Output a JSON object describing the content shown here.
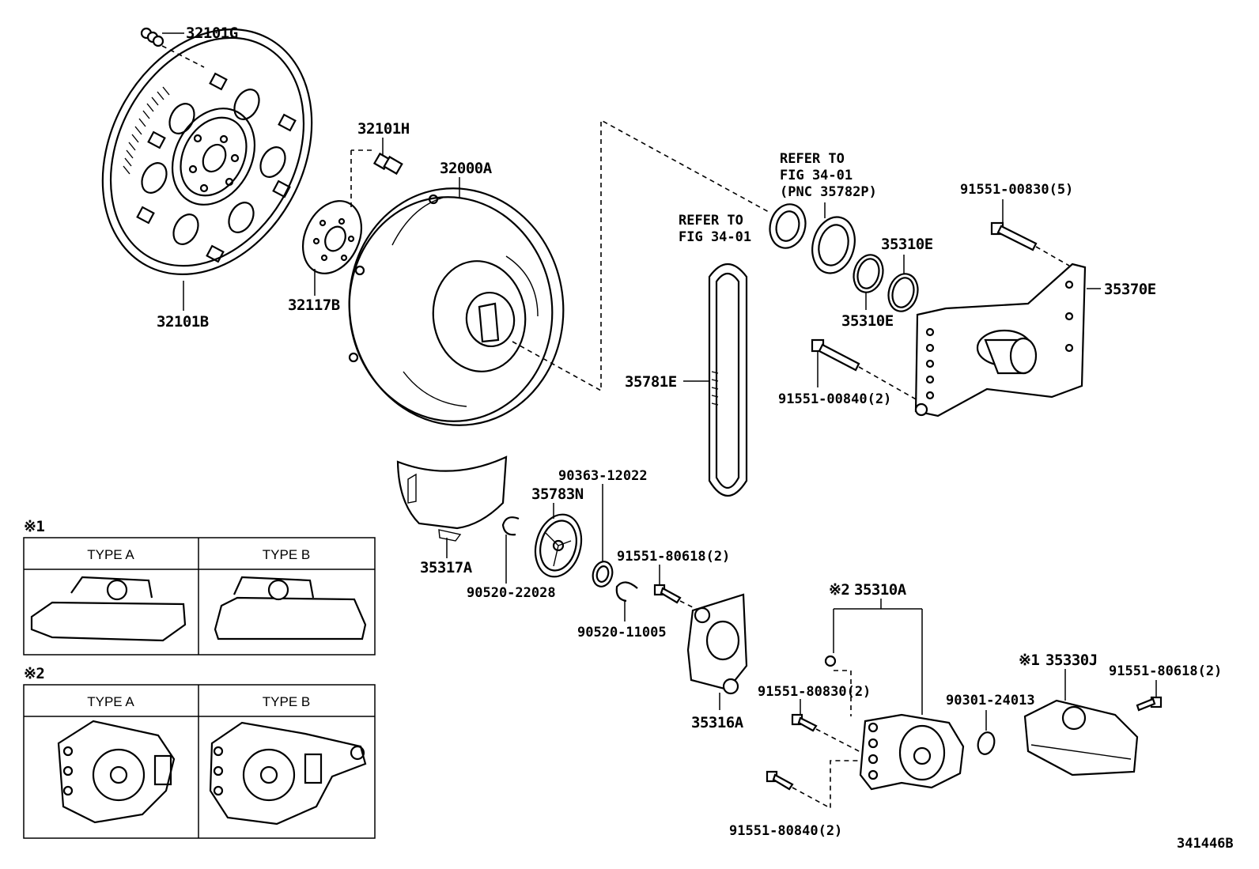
{
  "diagram_id": "341446B",
  "parts": {
    "p32101G": "32101G",
    "p32101B": "32101B",
    "p32101H": "32101H",
    "p32117B": "32117B",
    "p32000A": "32000A",
    "p35781E": "35781E",
    "p35310E_a": "35310E",
    "p35310E_b": "35310E",
    "p35370E": "35370E",
    "p91551_00830": "91551-00830(5)",
    "p91551_00840": "91551-00840(2)",
    "p35317A": "35317A",
    "p90520_22028": "90520-22028",
    "p90363_12022": "90363-12022",
    "p35783N": "35783N",
    "p91551_80618_a": "91551-80618(2)",
    "p90520_11005": "90520-11005",
    "p35316A": "35316A",
    "p35310A": "35310A",
    "p91551_80830": "91551-80830(2)",
    "p91551_80840": "91551-80840(2)",
    "p90301_24013": "90301-24013",
    "p35330J": "35330J",
    "p91551_80618_b": "91551-80618(2)"
  },
  "notes": {
    "refer_a_line1": "REFER TO",
    "refer_a_line2": "FIG 34-01",
    "refer_a_line3": "(PNC 35782P)",
    "refer_b_line1": "REFER TO",
    "refer_b_line2": "FIG 34-01"
  },
  "marks": {
    "note1": "※1",
    "note2": "※2",
    "m35310A": "※2",
    "m35330J": "※1"
  },
  "variants": {
    "group1": {
      "type_a": "TYPE A",
      "type_b": "TYPE B"
    },
    "group2": {
      "type_a": "TYPE A",
      "type_b": "TYPE B"
    }
  }
}
